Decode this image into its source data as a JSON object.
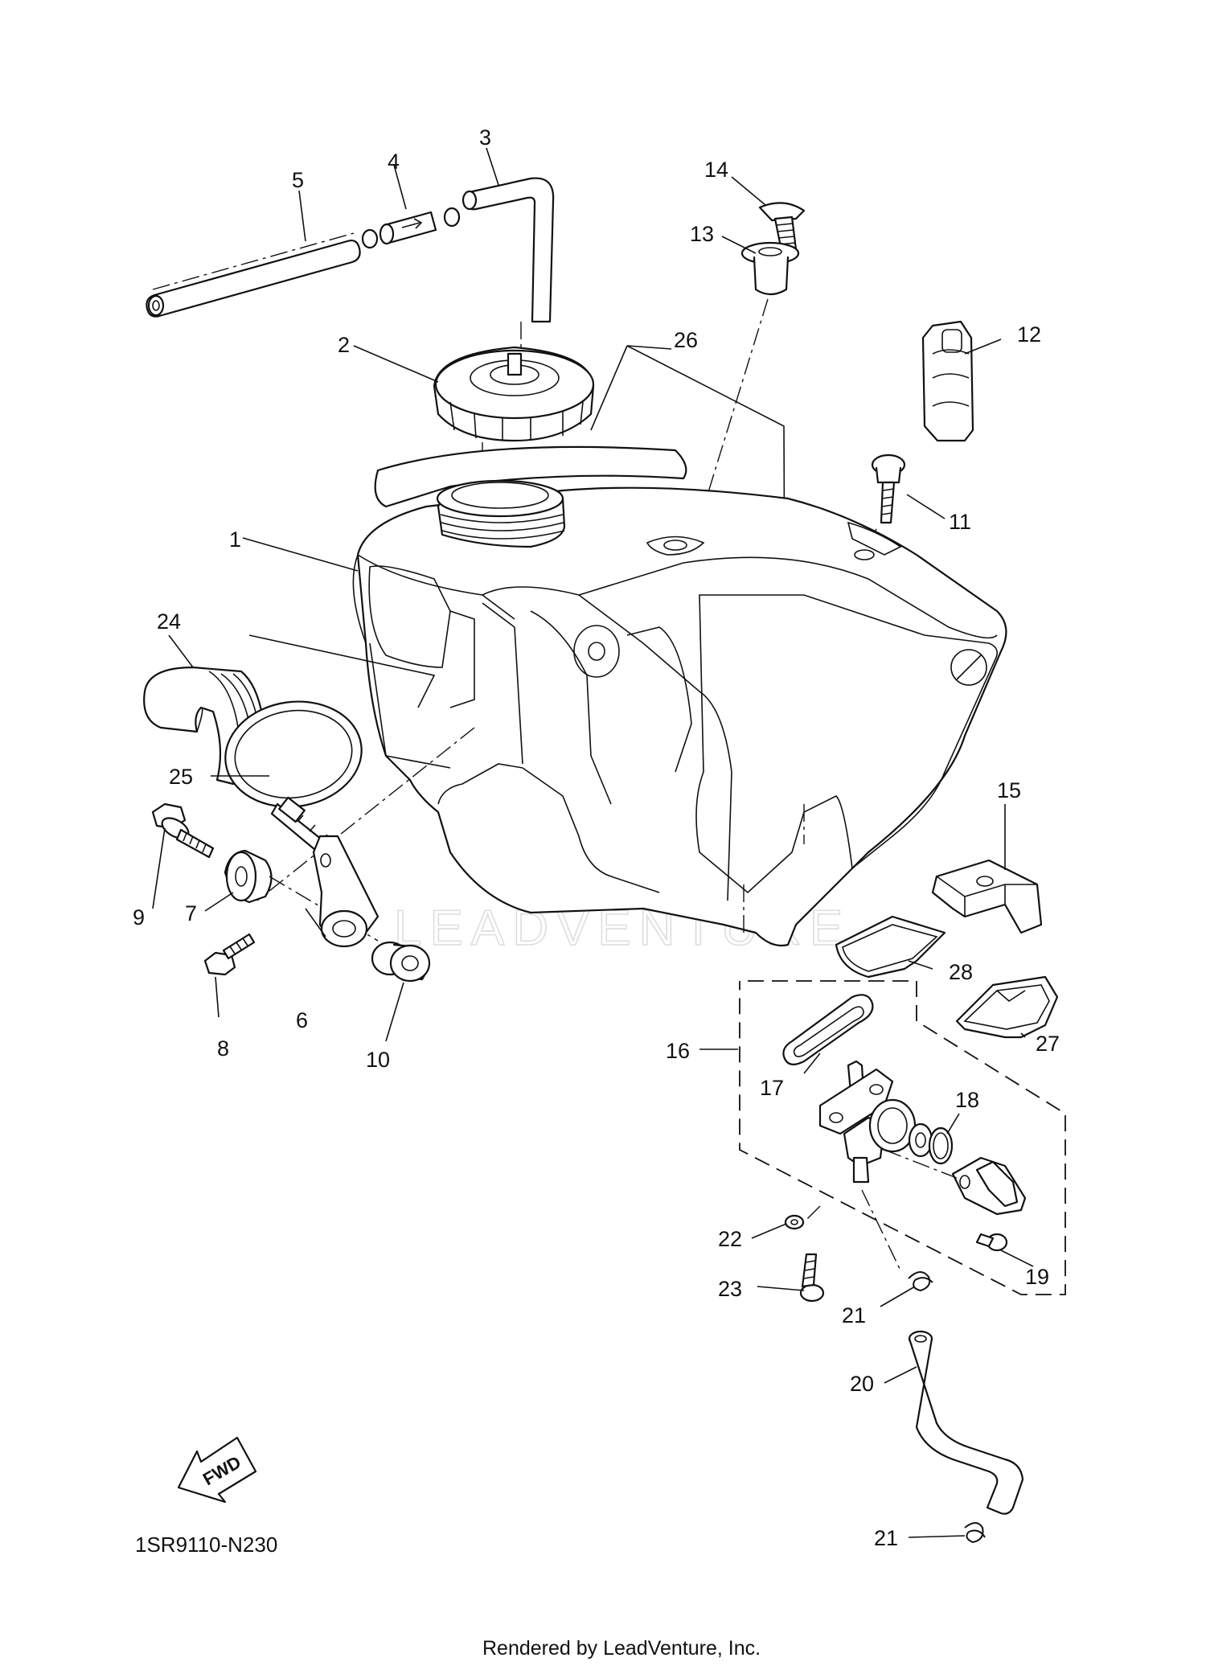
{
  "diagram_code": "1SR9110-N230",
  "rendered_by": "Rendered by LeadVenture, Inc.",
  "watermark": "LEADVENTURE",
  "fwd_label": "FWD",
  "callouts": [
    {
      "id": "1",
      "label": "1"
    },
    {
      "id": "2",
      "label": "2"
    },
    {
      "id": "3",
      "label": "3"
    },
    {
      "id": "4",
      "label": "4"
    },
    {
      "id": "5",
      "label": "5"
    },
    {
      "id": "6",
      "label": "6"
    },
    {
      "id": "7",
      "label": "7"
    },
    {
      "id": "8",
      "label": "8"
    },
    {
      "id": "9",
      "label": "9"
    },
    {
      "id": "10",
      "label": "10"
    },
    {
      "id": "11",
      "label": "11"
    },
    {
      "id": "12",
      "label": "12"
    },
    {
      "id": "13",
      "label": "13"
    },
    {
      "id": "14",
      "label": "14"
    },
    {
      "id": "15",
      "label": "15"
    },
    {
      "id": "16",
      "label": "16"
    },
    {
      "id": "17",
      "label": "17"
    },
    {
      "id": "18",
      "label": "18"
    },
    {
      "id": "19",
      "label": "19"
    },
    {
      "id": "20",
      "label": "20"
    },
    {
      "id": "21a",
      "label": "21"
    },
    {
      "id": "21b",
      "label": "21"
    },
    {
      "id": "22",
      "label": "22"
    },
    {
      "id": "23",
      "label": "23"
    },
    {
      "id": "24",
      "label": "24"
    },
    {
      "id": "25",
      "label": "25"
    },
    {
      "id": "26",
      "label": "26"
    },
    {
      "id": "27",
      "label": "27"
    },
    {
      "id": "28",
      "label": "28"
    }
  ]
}
